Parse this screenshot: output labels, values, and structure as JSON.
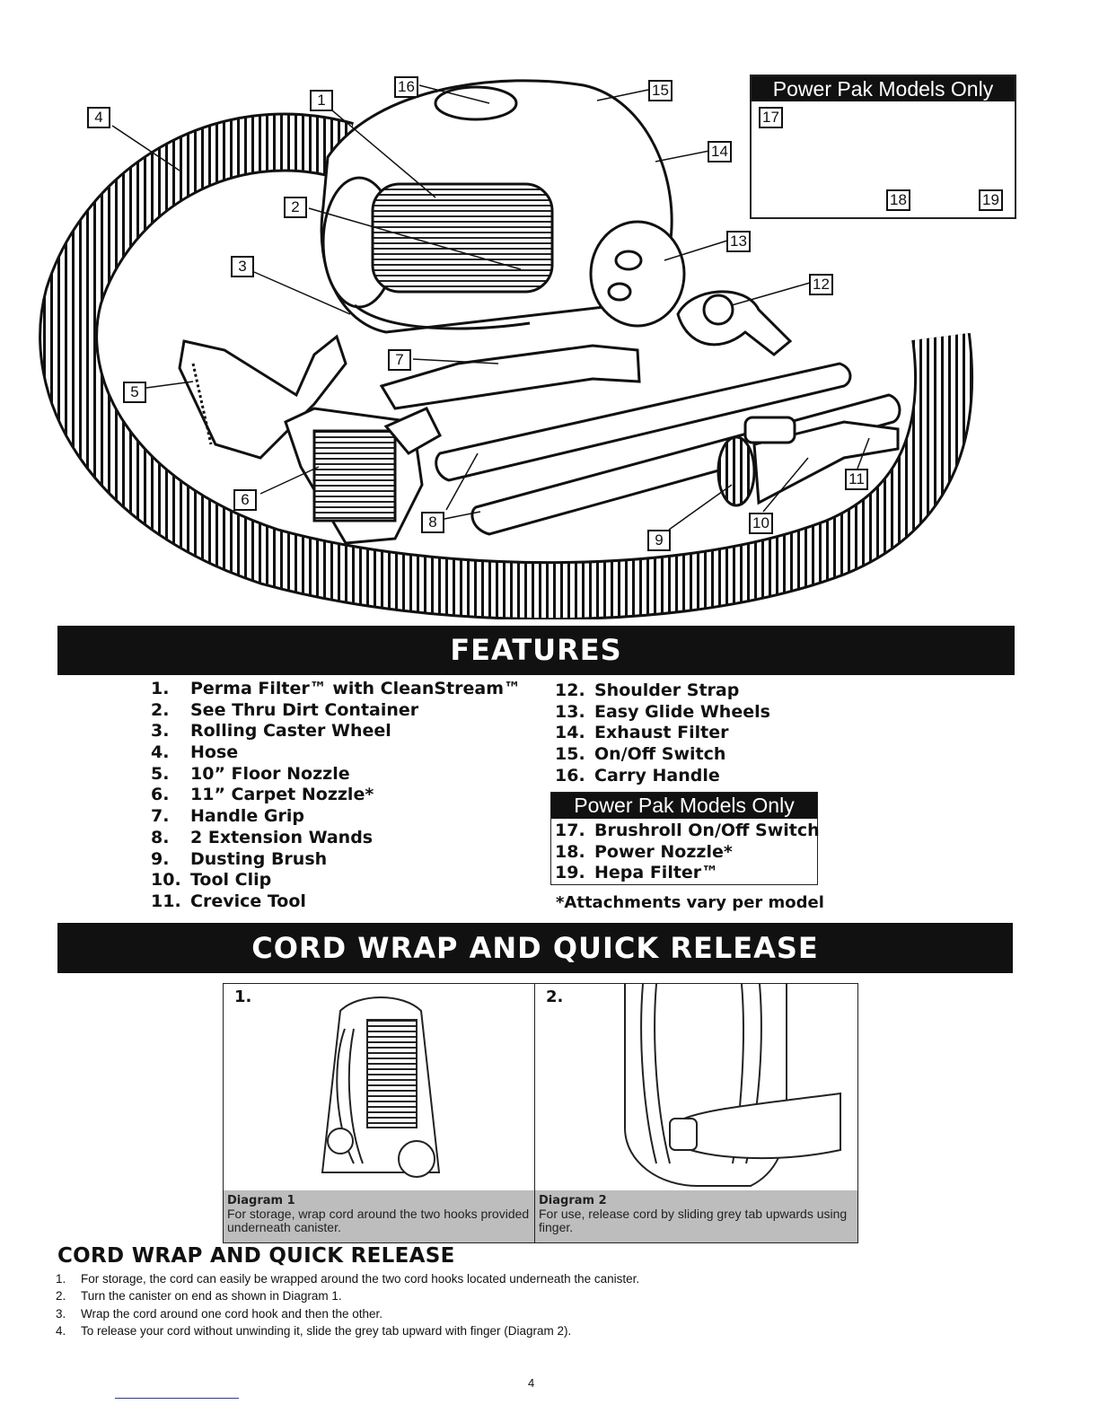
{
  "figure": {
    "callouts": [
      "1",
      "2",
      "3",
      "4",
      "5",
      "6",
      "7",
      "8",
      "9",
      "10",
      "11",
      "12",
      "13",
      "14",
      "15",
      "16",
      "17",
      "18",
      "19"
    ],
    "inset_title": "Power Pak Models Only"
  },
  "features": {
    "banner": "FEATURES",
    "left_items": [
      {
        "num": "1.",
        "label": "Perma Filter™ with CleanStream™"
      },
      {
        "num": "2.",
        "label": "See Thru Dirt Container"
      },
      {
        "num": "3.",
        "label": "Rolling Caster Wheel"
      },
      {
        "num": "4.",
        "label": "Hose"
      },
      {
        "num": "5.",
        "label": "10” Floor Nozzle"
      },
      {
        "num": "6.",
        "label": "11” Carpet Nozzle*"
      },
      {
        "num": "7.",
        "label": "Handle Grip"
      },
      {
        "num": "8.",
        "label": "2 Extension Wands"
      },
      {
        "num": "9.",
        "label": "Dusting Brush"
      },
      {
        "num": "10.",
        "label": "Tool Clip"
      },
      {
        "num": "11.",
        "label": "Crevice Tool"
      }
    ],
    "right_items": [
      {
        "num": "12.",
        "label": "Shoulder Strap"
      },
      {
        "num": "13.",
        "label": "Easy Glide Wheels"
      },
      {
        "num": "14.",
        "label": "Exhaust Filter"
      },
      {
        "num": "15.",
        "label": "On/Off Switch"
      },
      {
        "num": "16.",
        "label": "Carry Handle"
      }
    ],
    "power_pak": {
      "title": "Power Pak Models Only",
      "items": [
        {
          "num": "17.",
          "label": "Brushroll On/Off Switch"
        },
        {
          "num": "18.",
          "label": "Power Nozzle*"
        },
        {
          "num": "19.",
          "label": "Hepa Filter™"
        }
      ]
    },
    "note": "*Attachments vary per model"
  },
  "cord_wrap": {
    "banner": "CORD WRAP AND QUICK RELEASE",
    "diagram1": {
      "number": "1.",
      "caption_title": "Diagram 1",
      "caption_text": "For storage, wrap cord around the two hooks provided underneath canister."
    },
    "diagram2": {
      "number": "2.",
      "caption_title": "Diagram 2",
      "caption_text": "For use, release cord by sliding grey tab upwards using finger."
    },
    "heading": "CORD WRAP AND QUICK RELEASE",
    "steps": [
      {
        "num": "1.",
        "text": "For storage, the cord can easily be wrapped around the two cord hooks located underneath the canister."
      },
      {
        "num": "2.",
        "text": "Turn the canister on end as shown in Diagram 1."
      },
      {
        "num": "3.",
        "text": "Wrap the cord around one cord hook and then the other."
      },
      {
        "num": "4.",
        "text": "To release your cord without unwinding it, slide the grey tab upward with finger (Diagram 2)."
      }
    ]
  },
  "page_number": "4"
}
